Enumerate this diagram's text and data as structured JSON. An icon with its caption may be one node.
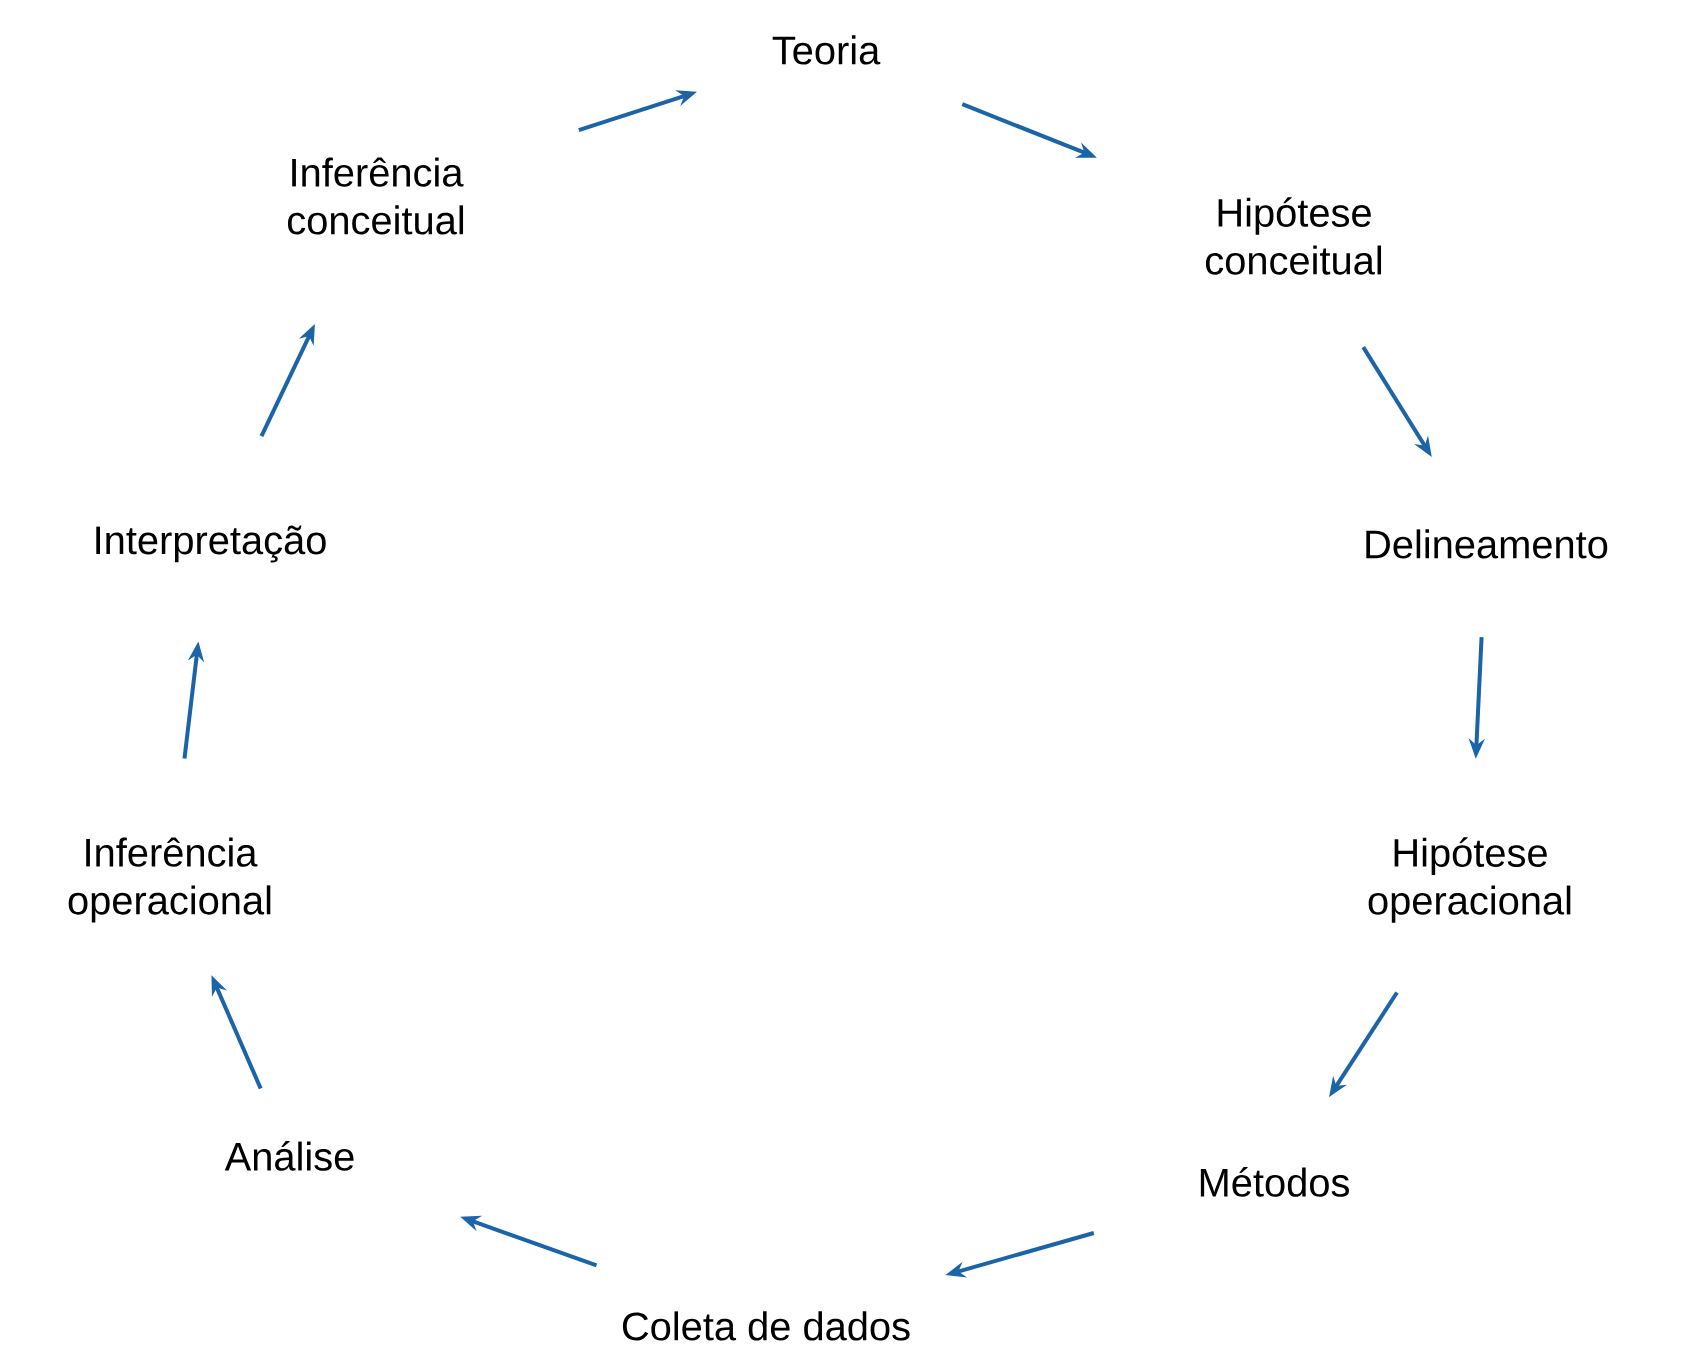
{
  "diagram": {
    "nodes": [
      {
        "text": [
          "Teoria"
        ]
      },
      {
        "text": [
          "Hipótese conceitual"
        ]
      },
      {
        "text": [
          "Delineamento"
        ]
      },
      {
        "text": [
          "Hipótese operacional"
        ]
      },
      {
        "text": [
          "Métodos"
        ]
      },
      {
        "text": [
          "Coleta de dados"
        ]
      },
      {
        "text": [
          "Análise"
        ]
      },
      {
        "text": [
          "Inferência operacional"
        ]
      },
      {
        "text": [
          "Interpretação"
        ]
      },
      {
        "text": [
          "Inferência conceitual"
        ]
      }
    ],
    "edges": [
      {
        "from": 0,
        "to": 1,
        "arrow": "to"
      },
      {
        "from": 1,
        "to": 2,
        "arrow": "to"
      },
      {
        "from": 2,
        "to": 3,
        "arrow": "to"
      },
      {
        "from": 3,
        "to": 4,
        "arrow": "to"
      },
      {
        "from": 4,
        "to": 5,
        "arrow": "to"
      },
      {
        "from": 5,
        "to": 6,
        "arrow": "to"
      },
      {
        "from": 6,
        "to": 7,
        "arrow": "to"
      },
      {
        "from": 7,
        "to": 8,
        "arrow": "to"
      },
      {
        "from": 8,
        "to": 9,
        "arrow": "to"
      },
      {
        "from": 9,
        "to": 0,
        "arrow": "to"
      }
    ]
  }
}
